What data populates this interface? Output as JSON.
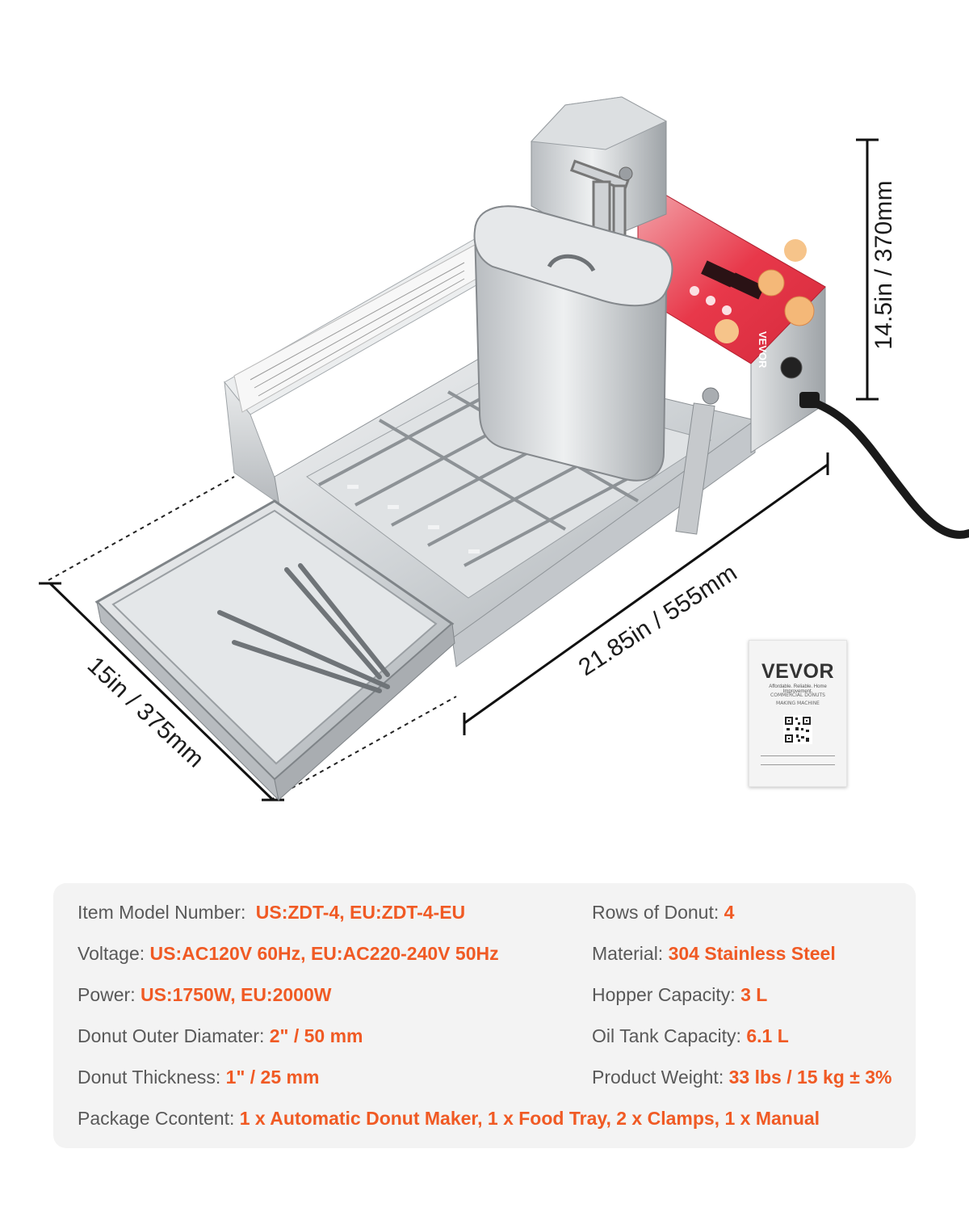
{
  "dimensions": {
    "height": "14.5in / 370mm",
    "length": "21.85in / 555mm",
    "width": "15in / 375mm"
  },
  "manual": {
    "brand": "VEVOR",
    "tagline": "Affordable. Reliable. Home Improvement.",
    "title": "COMMERCIAL DONUTS",
    "subtitle": "MAKING MACHINE"
  },
  "machine_brand": "VEVOR",
  "colors": {
    "accent_value": "#f05a24",
    "label_text": "#595959",
    "panel_bg": "#f3f3f3",
    "control_panel": "#e8384a",
    "steel": "#d5d8db"
  },
  "specs": {
    "left": [
      {
        "label": "Item Model Number:",
        "value": "US:ZDT-4, EU:ZDT-4-EU"
      },
      {
        "label": "Voltage:",
        "value": "US:AC120V 60Hz, EU:AC220-240V 50Hz"
      },
      {
        "label": "Power:",
        "value": "US:1750W, EU:2000W"
      },
      {
        "label": "Donut Outer Diamater:",
        "value": "2\" / 50 mm"
      },
      {
        "label": "Donut Thickness:",
        "value": "1\" / 25 mm"
      },
      {
        "label": "Package Ccontent:",
        "value": "1 x Automatic Donut Maker, 1 x Food Tray, 2 x Clamps, 1 x Manual"
      }
    ],
    "right": [
      {
        "label": "Rows of Donut:",
        "value": "4"
      },
      {
        "label": "Material:",
        "value": "304 Stainless Steel"
      },
      {
        "label": "Hopper Capacity:",
        "value": "3 L"
      },
      {
        "label": "Oil Tank Capacity:",
        "value": "6.1 L"
      },
      {
        "label": "Product Weight:",
        "value": "33 lbs / 15 kg ± 3%"
      }
    ]
  }
}
